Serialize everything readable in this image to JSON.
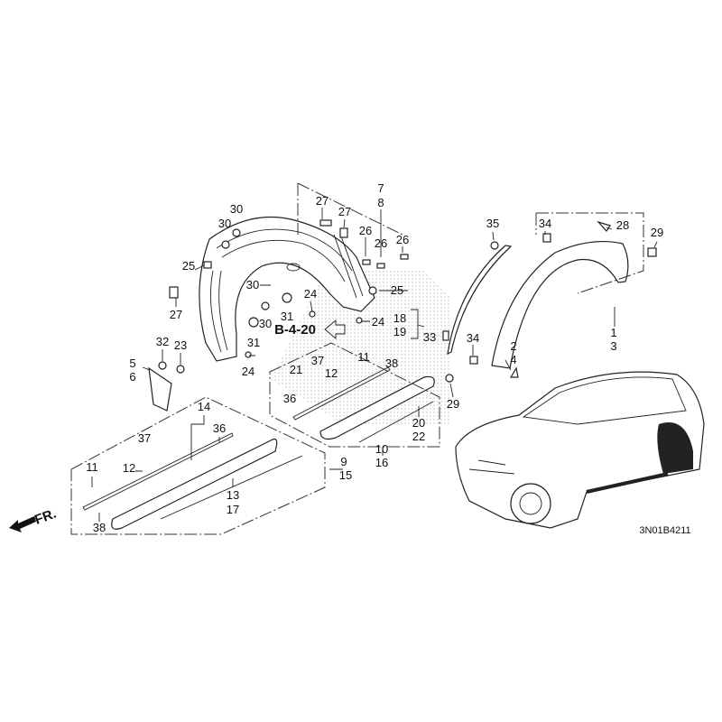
{
  "diagram": {
    "reference_section": "B-4-20",
    "direction_label": "FR.",
    "drawing_code": "3N01B4211",
    "callouts": [
      "30",
      "30",
      "25",
      "27",
      "27",
      "27",
      "7",
      "8",
      "26",
      "26",
      "26",
      "30",
      "24",
      "31",
      "25",
      "24",
      "30",
      "31",
      "32",
      "23",
      "24",
      "5",
      "6",
      "21",
      "37",
      "12",
      "11",
      "38",
      "36",
      "20",
      "22",
      "10",
      "16",
      "14",
      "36",
      "37",
      "12",
      "11",
      "9",
      "15",
      "13",
      "17",
      "38",
      "35",
      "34",
      "28",
      "29",
      "18",
      "19",
      "33",
      "34",
      "2",
      "4",
      "1",
      "3",
      "29"
    ]
  }
}
